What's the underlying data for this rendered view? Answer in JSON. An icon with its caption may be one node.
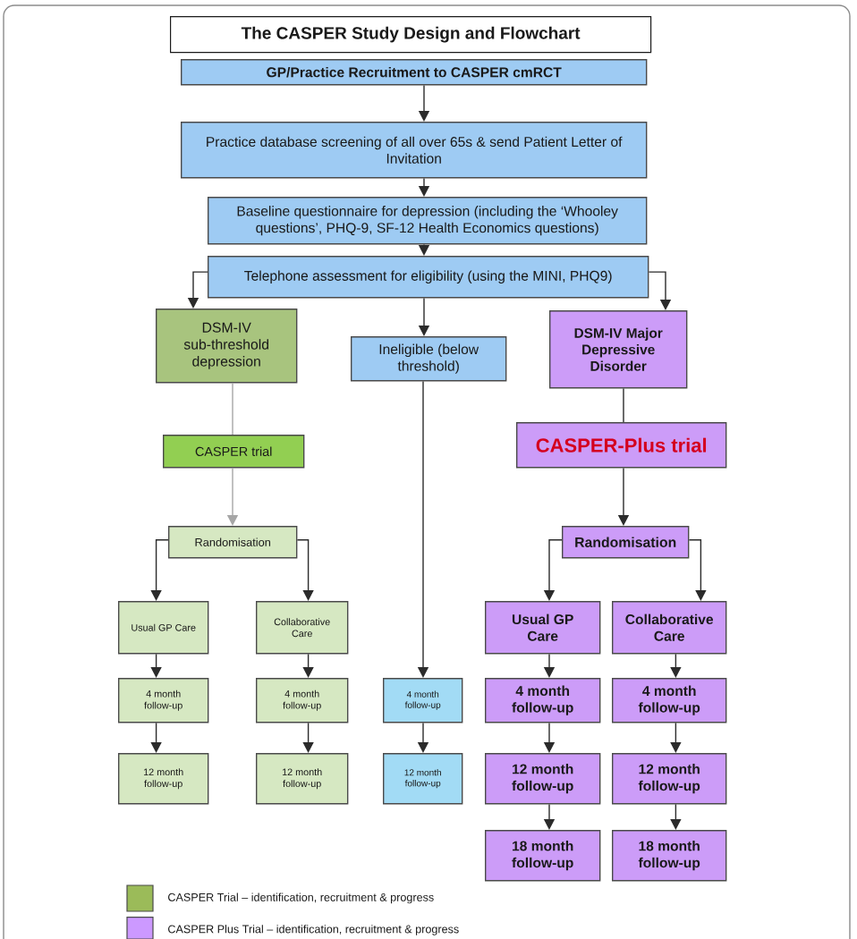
{
  "diagram": {
    "title": "The CASPER Study Design and Flowchart",
    "nodes": [
      {
        "text": [
          "GP/Practice Recruitment to CASPER cmRCT"
        ]
      },
      {
        "text": [
          "Practice database screening of all over 65s & send Patient Letter of Invitation"
        ]
      },
      {
        "text": [
          "Baseline questionnaire for depression (including the ‘Whooley questions’, PHQ-9, SF-12 Health Economics questions)"
        ]
      },
      {
        "text": [
          "Telephone assessment for eligibility (using the MINI, PHQ9)"
        ]
      },
      {
        "text": [
          "DSM-IV sub-threshold depression"
        ]
      },
      {
        "text": [
          "Ineligible (below threshold)"
        ]
      },
      {
        "text": [
          "DSM-IV Major Depressive Disorder"
        ]
      },
      {
        "text": [
          "CASPER trial"
        ]
      },
      {
        "text": [
          "CASPER-Plus trial"
        ]
      },
      {
        "text": [
          "Randomisation"
        ]
      },
      {
        "text": [
          "Randomisation"
        ]
      },
      {
        "text": [
          "Usual GP Care"
        ]
      },
      {
        "text": [
          "Collaborative Care"
        ]
      },
      {
        "text": [
          "Usual GP Care"
        ]
      },
      {
        "text": [
          "Collaborative Care"
        ]
      },
      {
        "text": [
          "4 month follow-up"
        ]
      },
      {
        "text": [
          "4 month follow-up"
        ]
      },
      {
        "text": [
          "4 month follow-up"
        ]
      },
      {
        "text": [
          "4 month follow-up"
        ]
      },
      {
        "text": [
          "4 month follow-up"
        ]
      },
      {
        "text": [
          "12 month follow-up"
        ]
      },
      {
        "text": [
          "12 month follow-up"
        ]
      },
      {
        "text": [
          "12 month follow-up"
        ]
      },
      {
        "text": [
          "12 month follow-up"
        ]
      },
      {
        "text": [
          "12 month follow-up"
        ]
      },
      {
        "text": [
          "18 month follow-up"
        ]
      },
      {
        "text": [
          "18 month follow-up"
        ]
      }
    ],
    "edges": [
      {
        "from": 0,
        "to": 1,
        "arrow": "to"
      },
      {
        "from": 1,
        "to": 2,
        "arrow": "to"
      },
      {
        "from": 2,
        "to": 3,
        "arrow": "to"
      },
      {
        "from": 3,
        "to": 4,
        "arrow": "to"
      },
      {
        "from": 3,
        "to": 5,
        "arrow": "to"
      },
      {
        "from": 3,
        "to": 6,
        "arrow": "to"
      },
      {
        "from": 4,
        "to": 7,
        "arrow": "none",
        "color": "#a6a6a6"
      },
      {
        "from": 6,
        "to": 8,
        "arrow": "none"
      },
      {
        "from": 7,
        "to": 9,
        "arrow": "to",
        "color": "#a6a6a6"
      },
      {
        "from": 8,
        "to": 10,
        "arrow": "to"
      },
      {
        "from": 9,
        "to": 11,
        "arrow": "to"
      },
      {
        "from": 9,
        "to": 12,
        "arrow": "to"
      },
      {
        "from": 10,
        "to": 13,
        "arrow": "to"
      },
      {
        "from": 10,
        "to": 14,
        "arrow": "to"
      },
      {
        "from": 5,
        "to": 17,
        "arrow": "to"
      },
      {
        "from": 11,
        "to": 15,
        "arrow": "to"
      },
      {
        "from": 12,
        "to": 16,
        "arrow": "to"
      },
      {
        "from": 13,
        "to": 18,
        "arrow": "to"
      },
      {
        "from": 14,
        "to": 19,
        "arrow": "to"
      },
      {
        "from": 15,
        "to": 20,
        "arrow": "to"
      },
      {
        "from": 16,
        "to": 21,
        "arrow": "to"
      },
      {
        "from": 17,
        "to": 22,
        "arrow": "to"
      },
      {
        "from": 18,
        "to": 23,
        "arrow": "to"
      },
      {
        "from": 19,
        "to": 24,
        "arrow": "to"
      },
      {
        "from": 23,
        "to": 25,
        "arrow": "to"
      },
      {
        "from": 24,
        "to": 26,
        "arrow": "to"
      }
    ],
    "legend": [
      {
        "text": "CASPER Trial – identification, recruitment & progress",
        "color": "#9bbb59"
      },
      {
        "text": "CASPER Plus Trial – identification, recruitment & progress",
        "color": "#cc99ff"
      }
    ]
  }
}
